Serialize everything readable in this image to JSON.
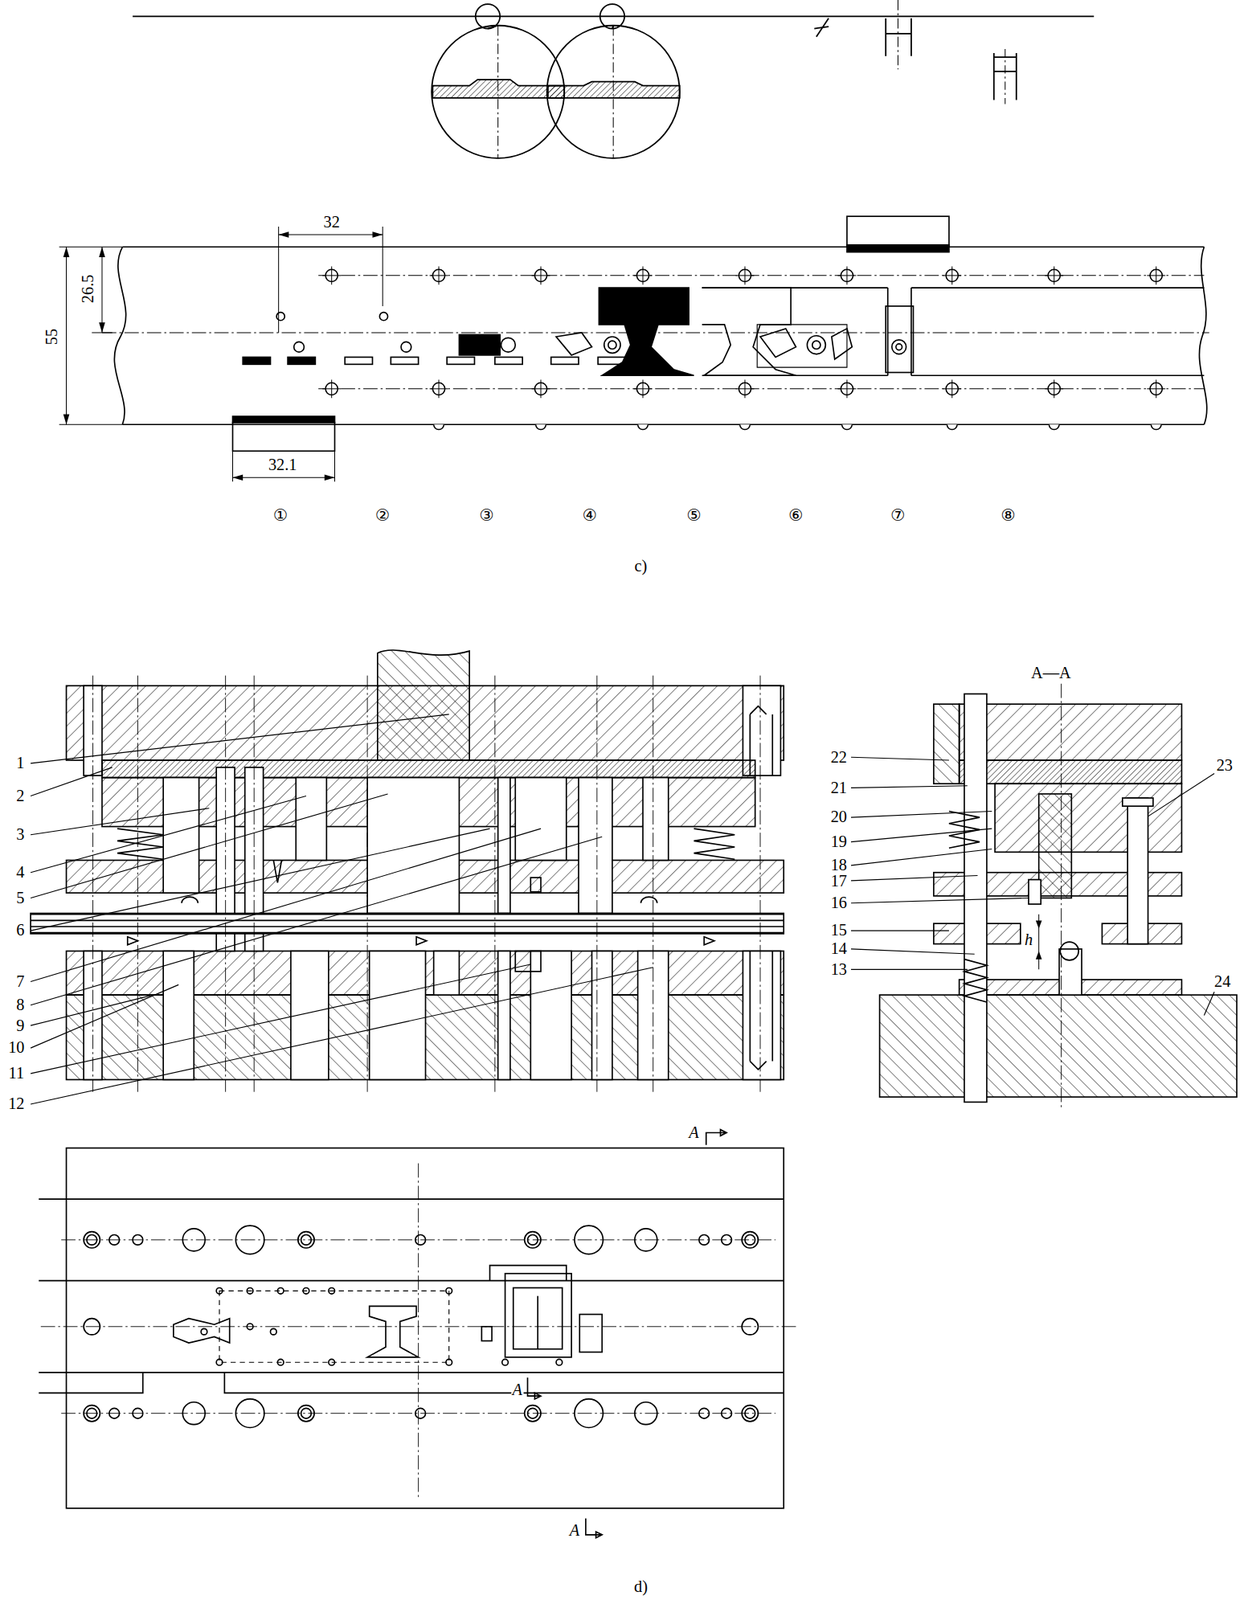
{
  "diagram": {
    "labels": [
      "32",
      "26.5",
      "55",
      "32.1",
      "①",
      "②",
      "③",
      "④",
      "⑤",
      "⑥",
      "⑦",
      "⑧",
      "c)",
      "1",
      "2",
      "3",
      "4",
      "5",
      "6",
      "7",
      "8",
      "9",
      "10",
      "11",
      "12",
      "A—A",
      "22",
      "21",
      "20",
      "19",
      "18",
      "17",
      "16",
      "15",
      "14",
      "13",
      "23",
      "24",
      "h",
      "A",
      "A",
      "A",
      "d)"
    ]
  }
}
